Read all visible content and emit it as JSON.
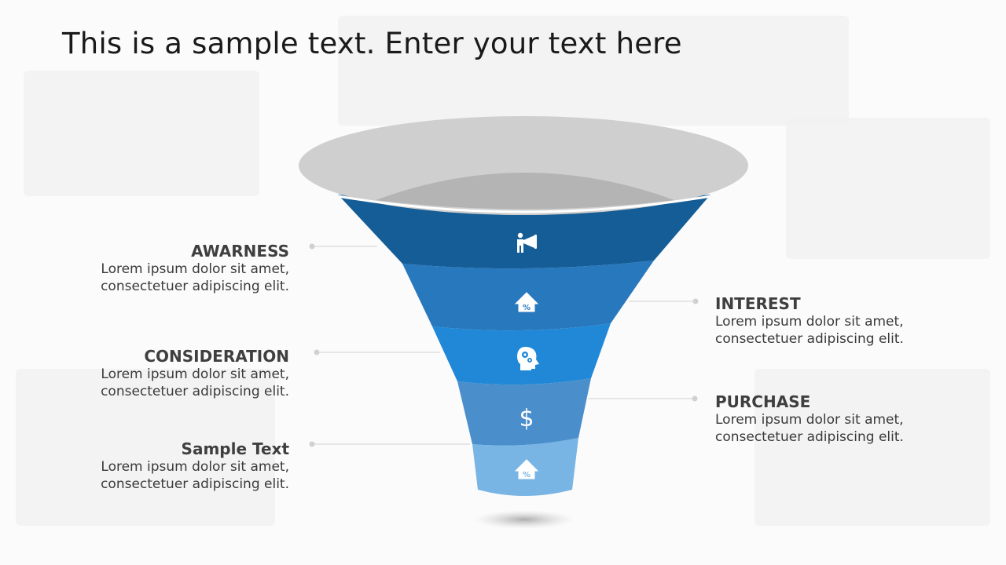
{
  "title": "This is a sample text. Enter your text here",
  "colors": {
    "rim": "#cfcfcf",
    "rim_inner": "#b4b4b4",
    "band1": "#155d96",
    "band2": "#2878be",
    "band3": "#2188d8",
    "band4": "#4a8fcb",
    "band5": "#78b4e4",
    "connector": "#d0d0d0",
    "text": "#3f3f3f"
  },
  "stages": [
    {
      "icon": "megaphone-person-icon"
    },
    {
      "icon": "house-percent-icon"
    },
    {
      "icon": "head-gears-icon"
    },
    {
      "icon": "dollar-icon",
      "glyph": "$"
    },
    {
      "icon": "house-percent-icon"
    }
  ],
  "labels": {
    "awareness": {
      "heading": "AWARNESS",
      "text1": "Lorem ipsum dolor sit amet,",
      "text2": "consectetuer adipiscing elit."
    },
    "interest": {
      "heading": "INTEREST",
      "text1": "Lorem ipsum dolor sit amet,",
      "text2": "consectetuer adipiscing elit."
    },
    "consideration": {
      "heading": "CONSIDERATION",
      "text1": "Lorem ipsum dolor sit amet,",
      "text2": "consectetuer adipiscing elit."
    },
    "purchase": {
      "heading": "PURCHASE",
      "text1": "Lorem ipsum dolor sit amet,",
      "text2": "consectetuer adipiscing elit."
    },
    "sample": {
      "heading": "Sample Text",
      "text1": "Lorem ipsum dolor sit amet,",
      "text2": "consectetuer adipiscing elit."
    }
  }
}
